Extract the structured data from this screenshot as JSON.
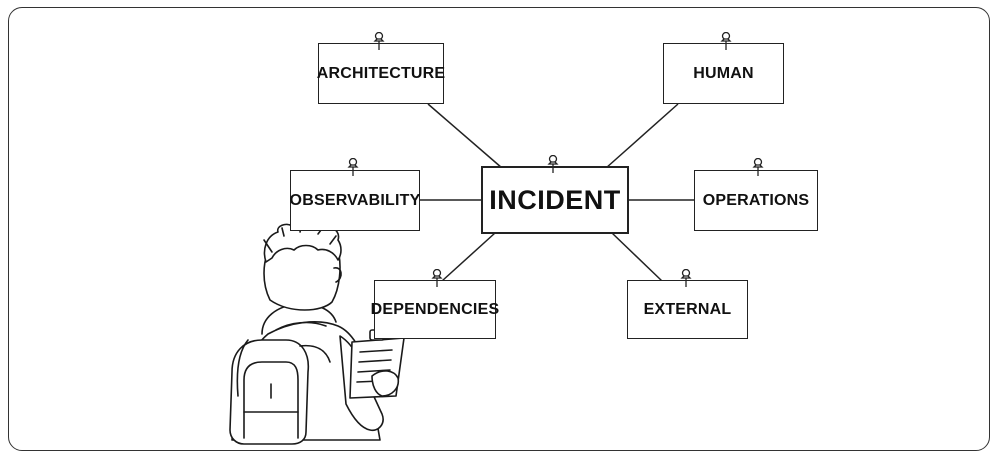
{
  "diagram": {
    "center": "INCIDENT",
    "nodes": {
      "architecture": "ARCHITECTURE",
      "human": "HUMAN",
      "observability": "OBSERVABILITY",
      "operations": "OPERATIONS",
      "dependencies": "DEPENDENCIES",
      "external": "EXTERNAL"
    }
  }
}
